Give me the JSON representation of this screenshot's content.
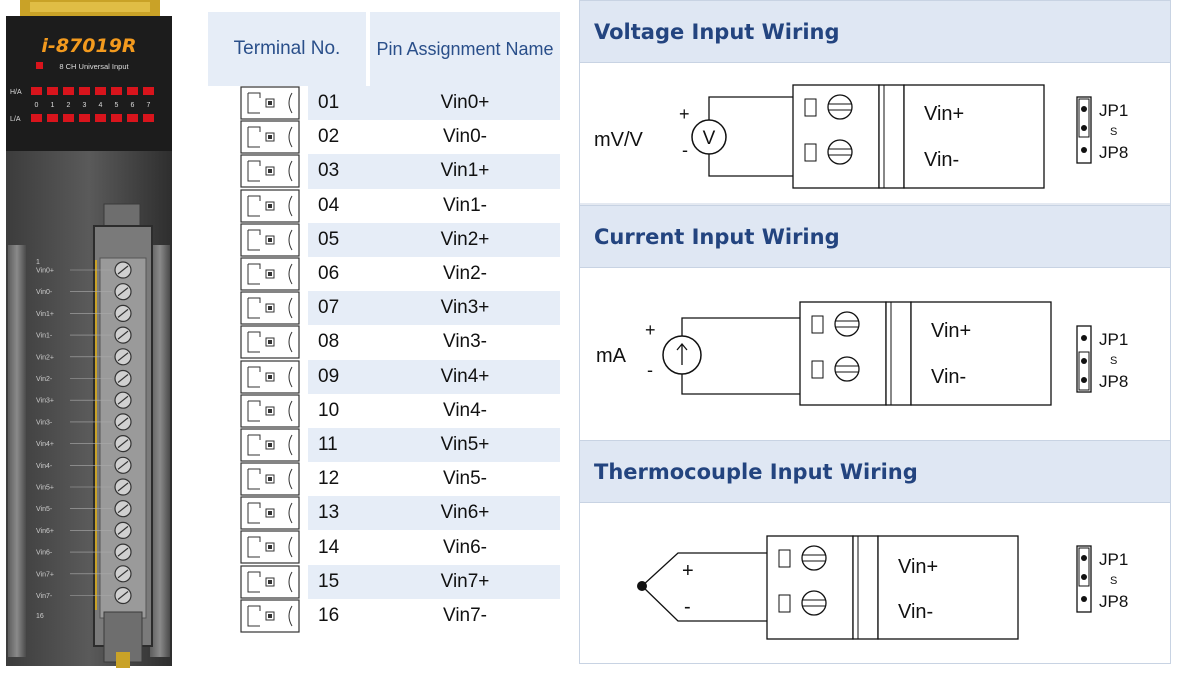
{
  "module": {
    "model": "i-87019R",
    "subtitle": "8 CH Universal Input",
    "led_top_label": "H/A",
    "led_bottom_label": "L/A",
    "led_numbers": [
      "0",
      "1",
      "2",
      "3",
      "4",
      "5",
      "6",
      "7"
    ],
    "terminal_start": "1",
    "terminal_end": "16",
    "terminal_labels": [
      "Vin0+",
      "Vin0-",
      "Vin1+",
      "Vin1-",
      "Vin2+",
      "Vin2-",
      "Vin3+",
      "Vin3-",
      "Vin4+",
      "Vin4-",
      "Vin5+",
      "Vin5-",
      "Vin6+",
      "Vin6-",
      "Vin7+",
      "Vin7-"
    ]
  },
  "pin_table": {
    "header_terminal": "Terminal No.",
    "header_pin": "Pin Assignment Name",
    "rows": [
      {
        "no": "01",
        "name": "Vin0+"
      },
      {
        "no": "02",
        "name": "Vin0-"
      },
      {
        "no": "03",
        "name": "Vin1+"
      },
      {
        "no": "04",
        "name": "Vin1-"
      },
      {
        "no": "05",
        "name": "Vin2+"
      },
      {
        "no": "06",
        "name": "Vin2-"
      },
      {
        "no": "07",
        "name": "Vin3+"
      },
      {
        "no": "08",
        "name": "Vin3-"
      },
      {
        "no": "09",
        "name": "Vin4+"
      },
      {
        "no": "10",
        "name": "Vin4-"
      },
      {
        "no": "11",
        "name": "Vin5+"
      },
      {
        "no": "12",
        "name": "Vin5-"
      },
      {
        "no": "13",
        "name": "Vin6+"
      },
      {
        "no": "14",
        "name": "Vin6-"
      },
      {
        "no": "15",
        "name": "Vin7+"
      },
      {
        "no": "16",
        "name": "Vin7-"
      }
    ]
  },
  "wiring": {
    "voltage": {
      "title": "Voltage Input Wiring",
      "source_label": "mV/V",
      "plus": "+",
      "minus": "-",
      "meter": "V",
      "vin_plus": "Vin+",
      "vin_minus": "Vin-",
      "jp_top": "JP1",
      "jp_sep": "S",
      "jp_bottom": "JP8"
    },
    "current": {
      "title": "Current Input Wiring",
      "source_label": "mA",
      "plus": "+",
      "minus": "-",
      "vin_plus": "Vin+",
      "vin_minus": "Vin-",
      "jp_top": "JP1",
      "jp_sep": "S",
      "jp_bottom": "JP8"
    },
    "thermocouple": {
      "title": "Thermocouple Input Wiring",
      "plus": "+",
      "minus": "-",
      "vin_plus": "Vin+",
      "vin_minus": "Vin-",
      "jp_top": "JP1",
      "jp_sep": "S",
      "jp_bottom": "JP8"
    }
  },
  "colors": {
    "header_bg": "#dfe7f3",
    "header_text": "#23447f",
    "led_red": "#d8141c",
    "model_orange": "#f39a1e",
    "frame_yellow": "#c9a227"
  }
}
